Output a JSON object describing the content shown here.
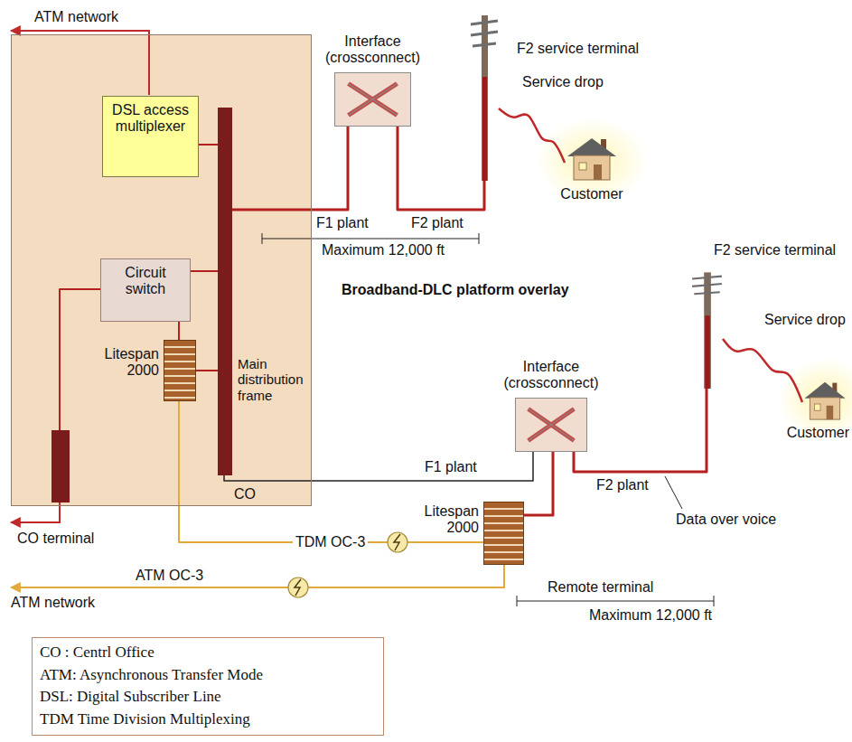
{
  "diagram": {
    "nodes": [
      {
        "text": [
          "CO"
        ]
      },
      {
        "text": [
          "DSL access multiplexer"
        ],
        "in": 0
      },
      {
        "text": [
          "Circuit switch"
        ],
        "in": 0
      },
      {
        "text": [
          "Litespan 2000"
        ],
        "in": 0
      },
      {
        "text": [
          "Main distribution frame"
        ],
        "in": 0
      },
      {
        "text": [
          "CO terminal"
        ],
        "in": 0
      },
      {
        "text": [
          "Interface (crossconnect)"
        ]
      },
      {
        "text": [
          "F2 service terminal"
        ]
      },
      {
        "text": [
          "Customer"
        ]
      },
      {
        "text": [
          "Interface (crossconnect)"
        ]
      },
      {
        "text": [
          "F2 service terminal"
        ]
      },
      {
        "text": [
          "Customer"
        ]
      },
      {
        "text": [
          "Litespan 2000",
          "Remote terminal"
        ]
      }
    ],
    "edges": [
      {
        "from": 1,
        "to": 4,
        "arrow": "none"
      },
      {
        "from": 2,
        "to": 4,
        "arrow": "none"
      },
      {
        "from": 2,
        "to": 3,
        "arrow": "none"
      },
      {
        "from": 3,
        "to": 4,
        "arrow": "none"
      },
      {
        "from": 2,
        "to": 5,
        "arrow": "none"
      },
      {
        "from": 4,
        "to": 6,
        "arrow": "none"
      },
      {
        "from": 6,
        "to": 7,
        "arrow": "none"
      },
      {
        "from": 7,
        "to": 8,
        "arrow": "none"
      },
      {
        "from": 4,
        "to": 9,
        "arrow": "none"
      },
      {
        "from": 12,
        "to": 9,
        "arrow": "none"
      },
      {
        "from": 9,
        "to": 10,
        "arrow": "none"
      },
      {
        "from": 10,
        "to": 11,
        "arrow": "none"
      },
      {
        "from": 3,
        "to": 12,
        "label": "TDM OC-3",
        "arrow": "none"
      }
    ],
    "labels": [
      "ATM network",
      "F1 plant",
      "F2 plant",
      "Maximum 12,000 ft",
      "Service drop",
      "Broadband-DLC platform overlay",
      "Service drop",
      "F1 plant",
      "F2 plant",
      "Data over voice",
      "ATM OC-3",
      "ATM network",
      "Maximum 12,000 ft"
    ],
    "legend": [
      {
        "text": "CO : Centrl Office"
      },
      {
        "text": "ATM: Asynchronous Transfer Mode"
      },
      {
        "text": "DSL: Digital Subscriber Line"
      },
      {
        "text": "TDM Time Division Multiplexing"
      }
    ]
  }
}
